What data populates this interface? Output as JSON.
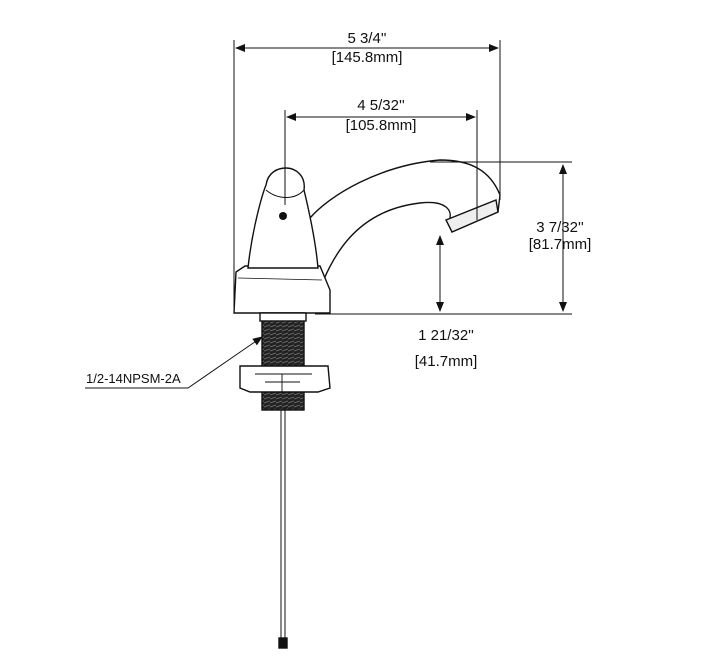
{
  "dimensions": {
    "overall_width": {
      "imperial": "5 3/4''",
      "metric": "[145.8mm]"
    },
    "spout_reach": {
      "imperial": "4 5/32''",
      "metric": "[105.8mm]"
    },
    "overall_height": {
      "imperial": "3 7/32''",
      "metric": "[81.7mm]"
    },
    "spout_height": {
      "imperial": "1 21/32''",
      "metric": "[41.7mm]"
    }
  },
  "callouts": {
    "thread_spec": "1/2-14NPSM-2A"
  },
  "colors": {
    "line": "#111111",
    "background": "#ffffff"
  }
}
